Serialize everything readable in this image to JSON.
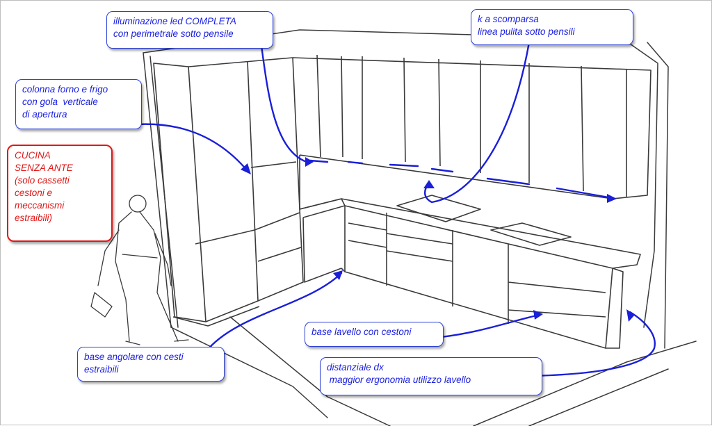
{
  "diagram": {
    "colors": {
      "line": "#3a3a3a",
      "arrow": "#1a1fd8",
      "note_text": "#1a1fe0",
      "note_border": "#2b3fd6",
      "red": "#e01818"
    },
    "notes": {
      "illuminazione": {
        "lines": [
          "illuminazione led COMPLETA",
          "con perimetrale sotto pensile"
        ]
      },
      "ka": {
        "lines": [
          "k a scomparsa",
          "linea pulita sotto pensili"
        ]
      },
      "colonna": {
        "lines": [
          "colonna forno e frigo",
          "con gola  verticale",
          "di apertura"
        ]
      },
      "cucina": {
        "lines": [
          "CUCINA",
          "SENZA ANTE",
          "(solo cassetti",
          "cestoni e",
          "meccanismi",
          "estraibili)"
        ]
      },
      "base_lavello": {
        "lines": [
          "base lavello con cestoni"
        ]
      },
      "base_angolare": {
        "lines": [
          "base angolare con cesti",
          "estraibili"
        ]
      },
      "distanziale": {
        "lines": [
          "distanziale dx",
          " maggior ergonomia utilizzo lavello"
        ]
      }
    }
  }
}
